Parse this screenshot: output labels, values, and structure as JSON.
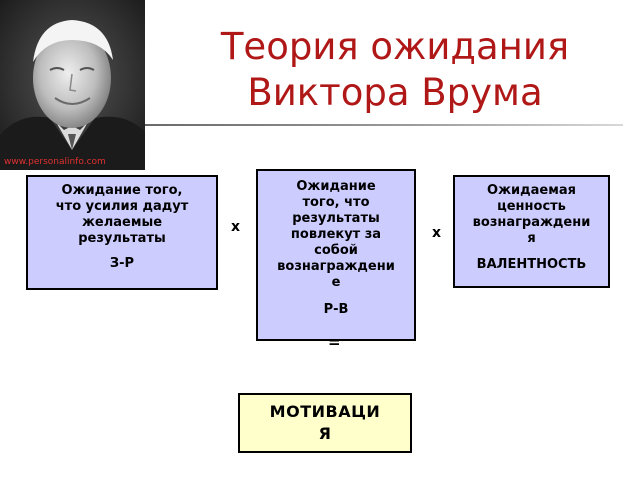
{
  "title": {
    "line1": "Теория ожидания",
    "line2": "Виктора Врума",
    "color": "#b01818"
  },
  "photo": {
    "subject": "portrait-photo",
    "caption": "www.personalinfo.com"
  },
  "boxes": [
    {
      "lines": [
        "Ожидание того,",
        "что усилия дадут",
        "желаемые",
        "результаты"
      ],
      "code": "З-Р",
      "fill": "#ccccff"
    },
    {
      "lines": [
        "Ожидание",
        "того, что",
        "результаты",
        "повлекут за",
        "собой",
        "вознаграждени",
        "е"
      ],
      "code": "Р-В",
      "fill": "#ccccff"
    },
    {
      "lines": [
        "Ожидаемая",
        "ценность",
        "вознаграждени",
        "я"
      ],
      "code": "ВАЛЕНТНОСТЬ",
      "fill": "#ccccff"
    }
  ],
  "operators": {
    "multiply_1": "х",
    "multiply_2": "х",
    "equals": "="
  },
  "result": {
    "lines": [
      "МОТИВАЦИ",
      "Я"
    ],
    "fill": "#ffffcc"
  }
}
